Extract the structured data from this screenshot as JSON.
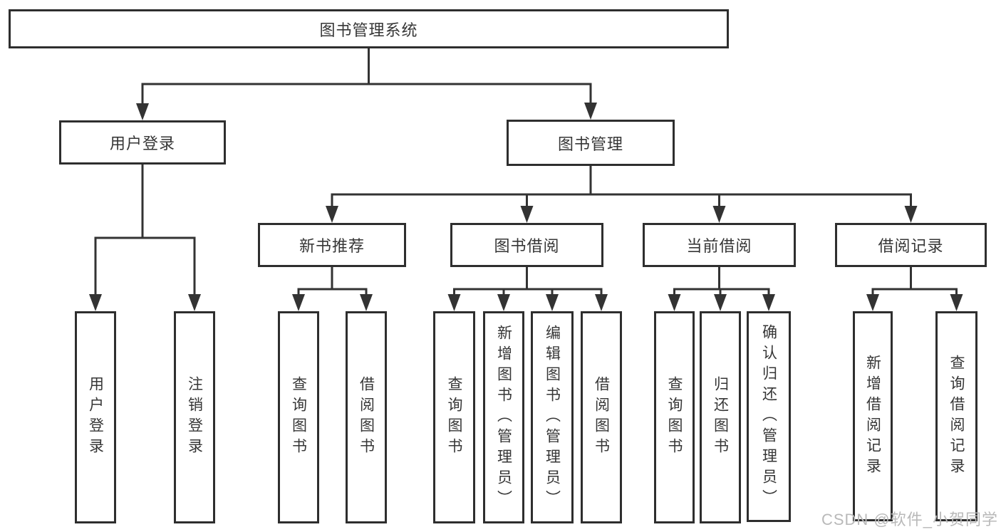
{
  "diagram_title": "图书管理系统",
  "watermark": {
    "text": "CSDN @软件_小贺同学",
    "color": "#b9b9b9"
  },
  "colors": {
    "line": "#333333",
    "box_border": "#2e2e2e",
    "text": "#363636",
    "background": "#ffffff"
  },
  "nodes": [
    {
      "id": "root",
      "label": "图书管理系统",
      "parent": null,
      "orientation": "horizontal"
    },
    {
      "id": "user-login",
      "label": "用户登录",
      "parent": "root",
      "orientation": "horizontal"
    },
    {
      "id": "book-management",
      "label": "图书管理",
      "parent": "root",
      "orientation": "horizontal"
    },
    {
      "id": "new-book-recommend",
      "label": "新书推荐",
      "parent": "book-management",
      "orientation": "horizontal"
    },
    {
      "id": "book-borrowing",
      "label": "图书借阅",
      "parent": "book-management",
      "orientation": "horizontal"
    },
    {
      "id": "current-borrowing",
      "label": "当前借阅",
      "parent": "book-management",
      "orientation": "horizontal"
    },
    {
      "id": "borrowing-records",
      "label": "借阅记录",
      "parent": "book-management",
      "orientation": "horizontal"
    },
    {
      "id": "user-login-leaf",
      "label": "用户登录",
      "parent": "user-login",
      "orientation": "vertical"
    },
    {
      "id": "logout",
      "label": "注销登录",
      "parent": "user-login",
      "orientation": "vertical"
    },
    {
      "id": "query-books-recommend",
      "label": "查询图书",
      "parent": "new-book-recommend",
      "orientation": "vertical"
    },
    {
      "id": "borrow-books-recommend",
      "label": "借阅图书",
      "parent": "new-book-recommend",
      "orientation": "vertical"
    },
    {
      "id": "query-books-borrowing",
      "label": "查询图书",
      "parent": "book-borrowing",
      "orientation": "vertical"
    },
    {
      "id": "add-books-admin",
      "label": "新增图书（管理员）",
      "parent": "book-borrowing",
      "orientation": "vertical"
    },
    {
      "id": "edit-books-admin",
      "label": "编辑图书（管理员）",
      "parent": "book-borrowing",
      "orientation": "vertical"
    },
    {
      "id": "borrow-books",
      "label": "借阅图书",
      "parent": "book-borrowing",
      "orientation": "vertical"
    },
    {
      "id": "query-books-current",
      "label": "查询图书",
      "parent": "current-borrowing",
      "orientation": "vertical"
    },
    {
      "id": "return-books",
      "label": "归还图书",
      "parent": "current-borrowing",
      "orientation": "vertical"
    },
    {
      "id": "confirm-return-admin",
      "label": "确认归还（管理员）",
      "parent": "current-borrowing",
      "orientation": "vertical"
    },
    {
      "id": "add-borrow-record",
      "label": "新增借阅记录",
      "parent": "borrowing-records",
      "orientation": "vertical"
    },
    {
      "id": "query-borrow-record",
      "label": "查询借阅记录",
      "parent": "borrowing-records",
      "orientation": "vertical"
    }
  ]
}
